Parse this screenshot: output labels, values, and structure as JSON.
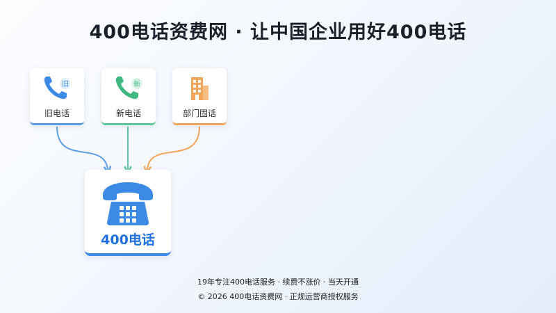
{
  "header": {
    "title": "400电话资费网 · 让中国企业用好400电话"
  },
  "sources": [
    {
      "label": "旧电话",
      "badge": "旧",
      "icon": "old-phone-icon",
      "color": "#5a9ee9"
    },
    {
      "label": "新电话",
      "badge": "新",
      "icon": "new-phone-icon",
      "color": "#5cc99a"
    },
    {
      "label": "部门固话",
      "icon": "building-icon",
      "color": "#f2a55b"
    }
  ],
  "target": {
    "label": "400电话",
    "icon": "desk-phone-icon",
    "color": "#3d8ae6"
  },
  "footer": {
    "line1": "19年专注400电话服务 · 续费不涨价 · 当天开通",
    "line2": "© 2026 400电话资费网 · 正规运营商授权服务"
  }
}
